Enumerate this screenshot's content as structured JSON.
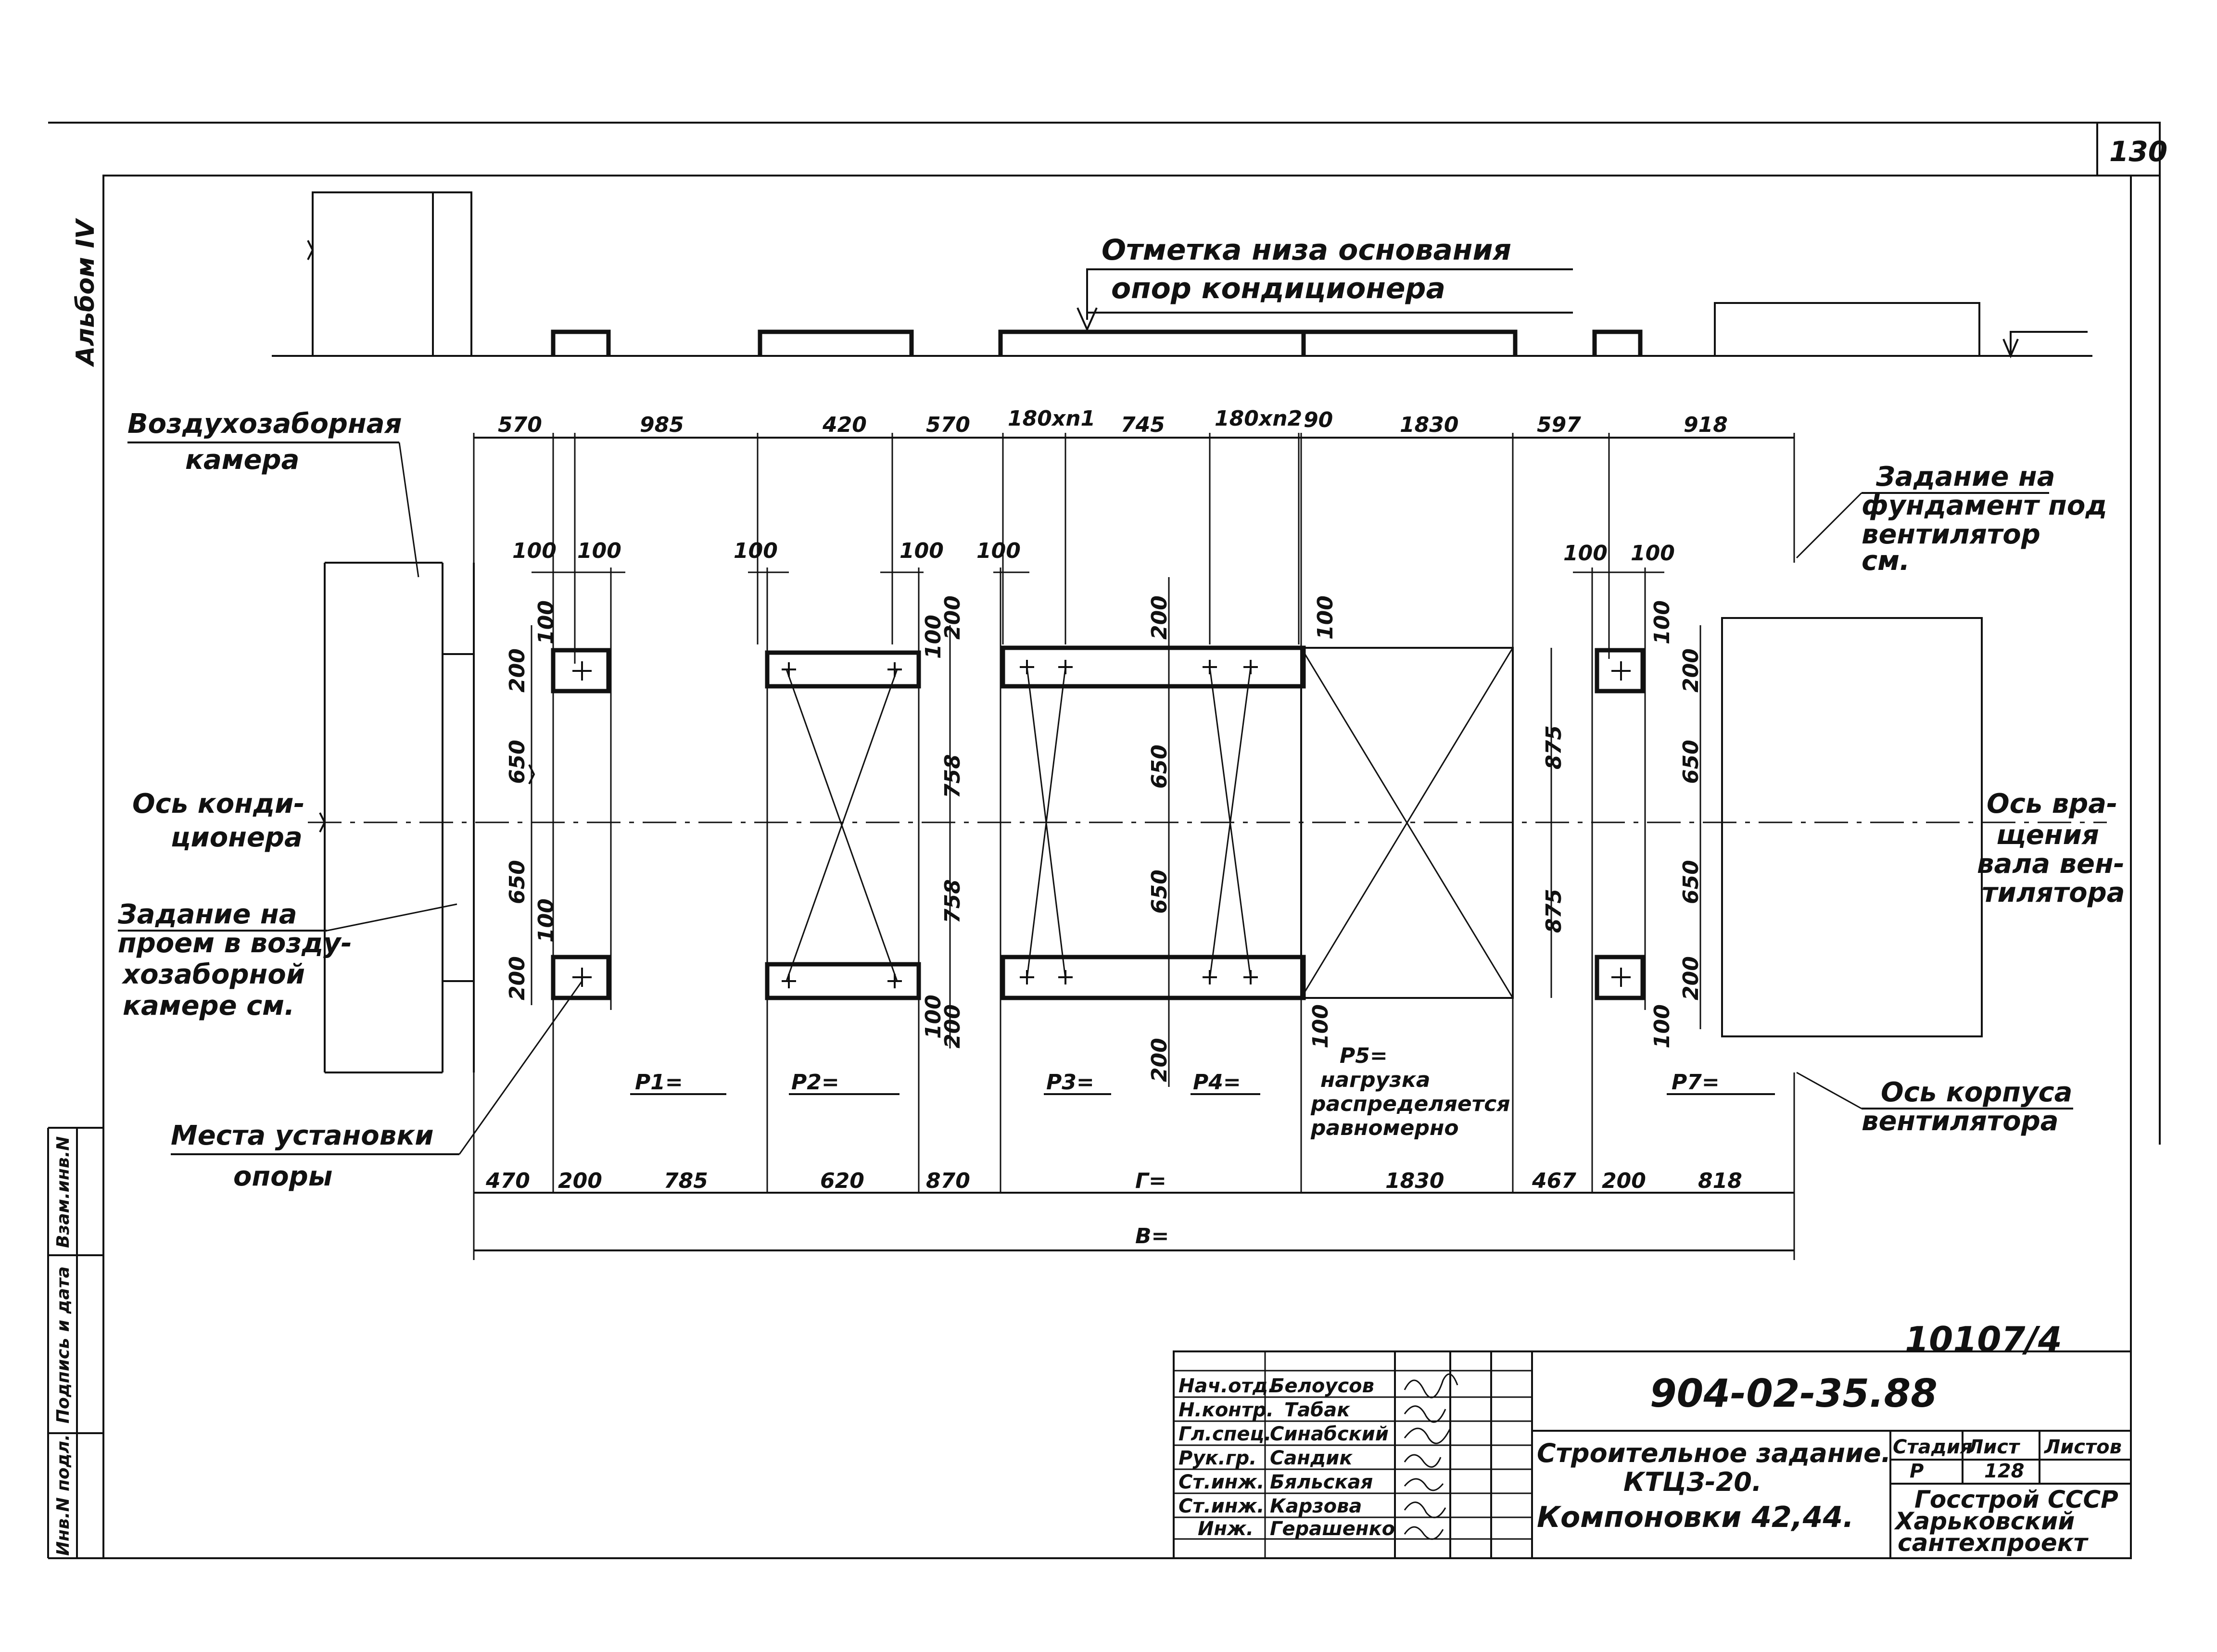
{
  "sheet": {
    "sheet_number": "130",
    "album": "Альбом IV",
    "archive_number": "10107/4",
    "left_margin": [
      "Инв.N подл.",
      "Подпись и дата",
      "Взам.инв.N"
    ]
  },
  "labels": {
    "base_mark": [
      "Отметка низа основания",
      "опор кондиционера"
    ],
    "air_chamber": [
      "Воздухозаборная",
      "камера"
    ],
    "fan_foundation": [
      "Задание на",
      "фундамент под",
      "вентилятор",
      "см."
    ],
    "conditioner_axis": [
      "Ось конди-",
      "ционера"
    ],
    "fan_rotation_axis": [
      "Ось вра-",
      "щения",
      "вала вен-",
      "тилятора"
    ],
    "opening_task": [
      "Задание на",
      "проем в возду-",
      "хозаборной",
      "камере см."
    ],
    "support_places": [
      "Места установки",
      "опоры"
    ],
    "fan_body_axis": [
      "Ось корпуса",
      "вентилятора"
    ],
    "p1": "P1=",
    "p2": "P2=",
    "p3": "P3=",
    "p4": "P4=",
    "p5": [
      "P5=",
      "нагрузка",
      "распределяется",
      "равномерно"
    ],
    "p7": "P7="
  },
  "dims": {
    "top": [
      "570",
      "985",
      "420",
      "570",
      "180xn1",
      "745",
      "180xn2",
      "90",
      "1830",
      "597",
      "918"
    ],
    "bottom": [
      "470",
      "200",
      "785",
      "620",
      "870",
      "Г=",
      "1830",
      "467",
      "200",
      "818"
    ],
    "total": "B=",
    "small_h": [
      "100",
      "100",
      "100",
      "100",
      "100",
      "100",
      "100"
    ],
    "vertical": [
      "100",
      "200",
      "650",
      "650",
      "100",
      "200",
      "100",
      "200",
      "758",
      "758",
      "100",
      "200",
      "200",
      "650",
      "650",
      "200",
      "100",
      "100",
      "875",
      "875",
      "100",
      "200",
      "650",
      "650",
      "200",
      "100"
    ]
  },
  "title_block": {
    "doc_code": "904-02-35.88",
    "title": [
      "Строительное задание.",
      "КТЦЗ-20.",
      "Компоновки 42,44."
    ],
    "stage_header": "Стадия",
    "sheet_header": "Лист",
    "sheets_header": "Листов",
    "stage": "Р",
    "sheet": "128",
    "org": [
      "Госстрой СССР",
      "Харьковский",
      "сантехпроект"
    ],
    "roles": [
      "Нач.отд.",
      "Н.контр.",
      "Гл.спец.",
      "Рук.гр.",
      "Ст.инж.",
      "Ст.инж.",
      "Инж."
    ],
    "names": [
      "Белоусов",
      "Табак",
      "Синабский",
      "Сандик",
      "Бяльская",
      "Карзова",
      "Герашенко"
    ]
  }
}
